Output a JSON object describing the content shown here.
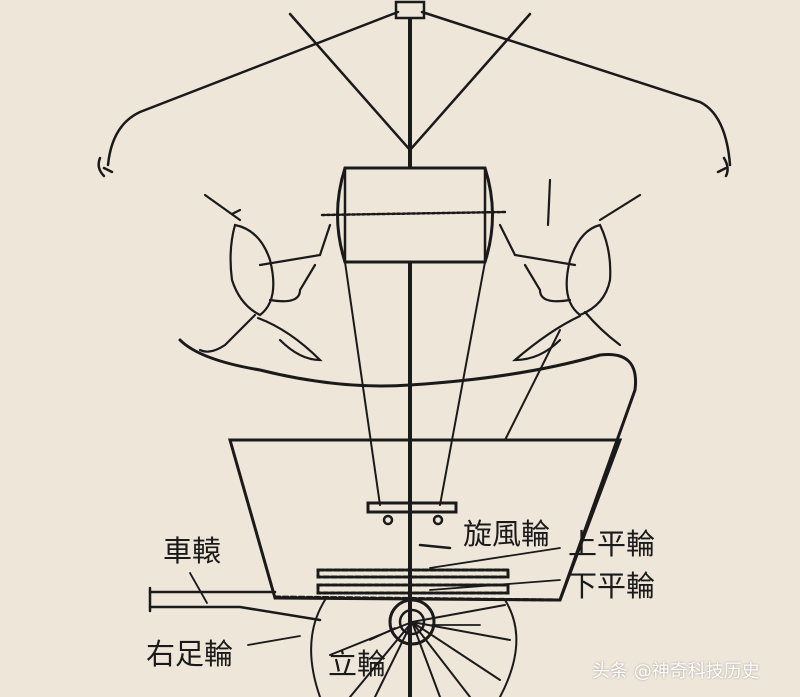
{
  "diagram": {
    "colors": {
      "background": "#efe6da",
      "ink": "#1a1a1a"
    },
    "labels": {
      "whirlwind_wheel": "旋風輪",
      "upper_flat_wheel": "上平輪",
      "lower_flat_wheel": "下平輪",
      "shaft": "車轅",
      "right_foot_wheel": "右足輪",
      "vertical_wheel": "立輪"
    }
  },
  "watermark": "头条 @神奇科技历史"
}
